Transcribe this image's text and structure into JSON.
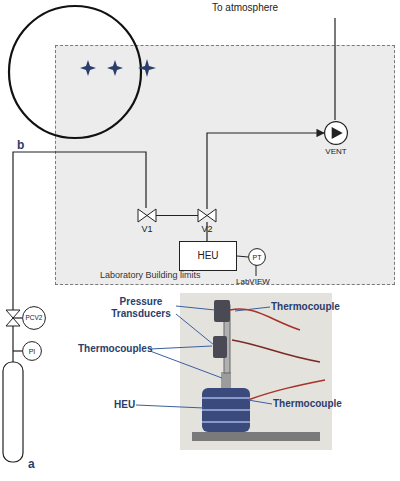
{
  "diagram": {
    "nodes": [
      {
        "text": [
          "Laboratory Building limits"
        ]
      },
      {
        "text": [
          "V1"
        ],
        "in": 0
      },
      {
        "text": [
          "V2"
        ],
        "in": 0
      },
      {
        "text": [
          "VENT"
        ],
        "in": 0
      },
      {
        "text": [
          "HEU"
        ],
        "in": 0
      },
      {
        "text": [
          "PT"
        ],
        "in": 0
      },
      {
        "text": [
          "PCV2"
        ]
      },
      {
        "text": [
          "PI"
        ]
      }
    ],
    "edges": [
      {
        "from": 1,
        "to": 2,
        "arrow": "none"
      },
      {
        "from": 2,
        "to": 3,
        "arrow": "to"
      },
      {
        "from": 4,
        "to": 2,
        "arrow": "none"
      },
      {
        "from": 4,
        "to": 5,
        "arrow": "none"
      }
    ],
    "labels": [
      "To atmosphere",
      "b",
      "LabVIEW",
      "Pressure Transducers",
      "Thermocouple",
      "Thermocouples",
      "HEU",
      "Thermocouple",
      "a"
    ]
  }
}
